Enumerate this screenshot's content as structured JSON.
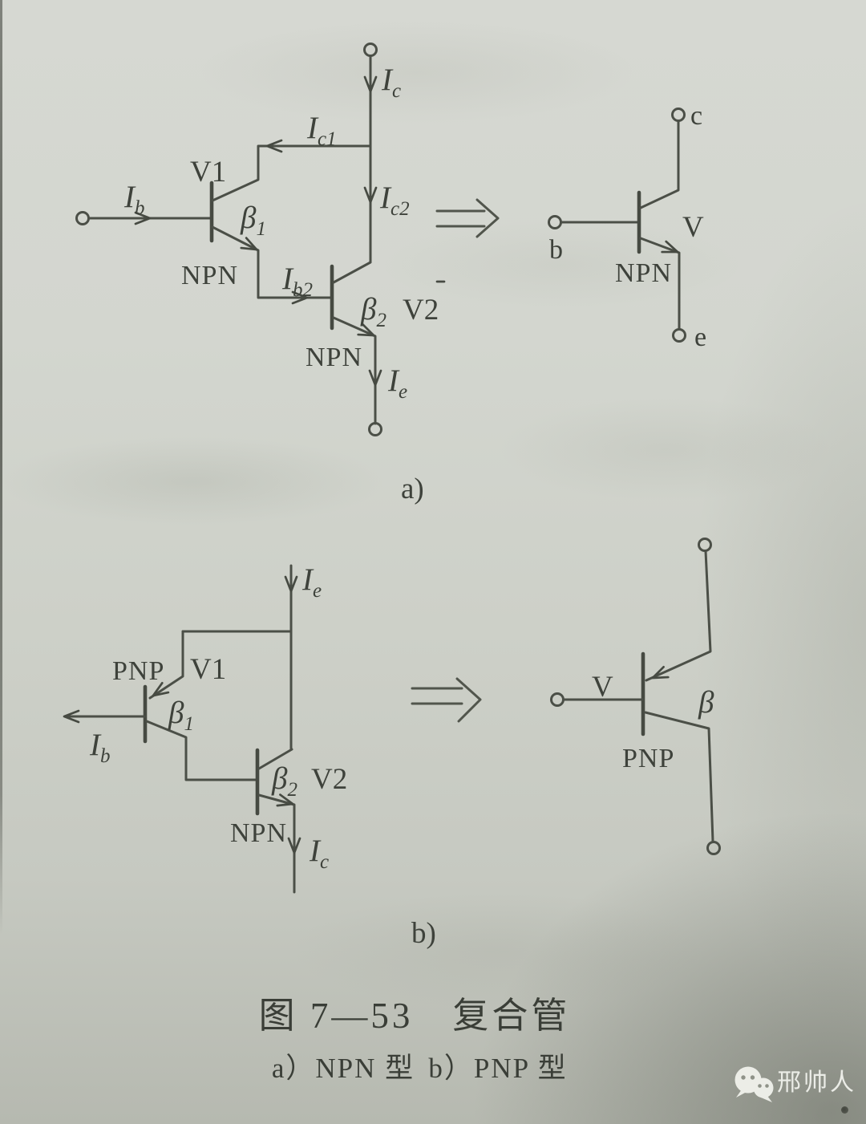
{
  "colors": {
    "ink": "#474b44",
    "paper": "#cfd2ca",
    "watermark": "#f0f1ec"
  },
  "caption": {
    "title": "图 7—53　复合管",
    "item_a": "a）NPN 型",
    "item_b": "b）PNP 型"
  },
  "diagram_a": {
    "sublabel": "a)",
    "composite": {
      "input_current": {
        "base": "I",
        "sub": "b"
      },
      "collector_current": {
        "base": "I",
        "sub": "c"
      },
      "v1_collector_current": {
        "base": "I",
        "sub": "c1"
      },
      "v2_collector_current": {
        "base": "I",
        "sub": "c2"
      },
      "v2_base_current": {
        "base": "I",
        "sub": "b2"
      },
      "emitter_current": {
        "base": "I",
        "sub": "e"
      },
      "v1": {
        "name": "V1",
        "type": "NPN",
        "beta": {
          "base": "β",
          "sub": "1"
        }
      },
      "v2": {
        "name": "V2",
        "type": "NPN",
        "beta": {
          "base": "β",
          "sub": "2"
        }
      }
    },
    "equivalent": {
      "name": "V",
      "type": "NPN",
      "terminal_b": "b",
      "terminal_c": "c",
      "terminal_e": "e"
    }
  },
  "diagram_b": {
    "sublabel": "b)",
    "composite": {
      "input_current": {
        "base": "I",
        "sub": "b"
      },
      "emitter_current": {
        "base": "I",
        "sub": "e"
      },
      "collector_current": {
        "base": "I",
        "sub": "c"
      },
      "v1": {
        "name": "V1",
        "type": "PNP",
        "beta": {
          "base": "β",
          "sub": "1"
        }
      },
      "v2": {
        "name": "V2",
        "type": "NPN",
        "beta": {
          "base": "β",
          "sub": "2"
        }
      }
    },
    "equivalent": {
      "name": "V",
      "beta": "β",
      "type": "PNP"
    }
  },
  "watermark": {
    "text": "邢帅人",
    "icon": "wechat-icon"
  }
}
